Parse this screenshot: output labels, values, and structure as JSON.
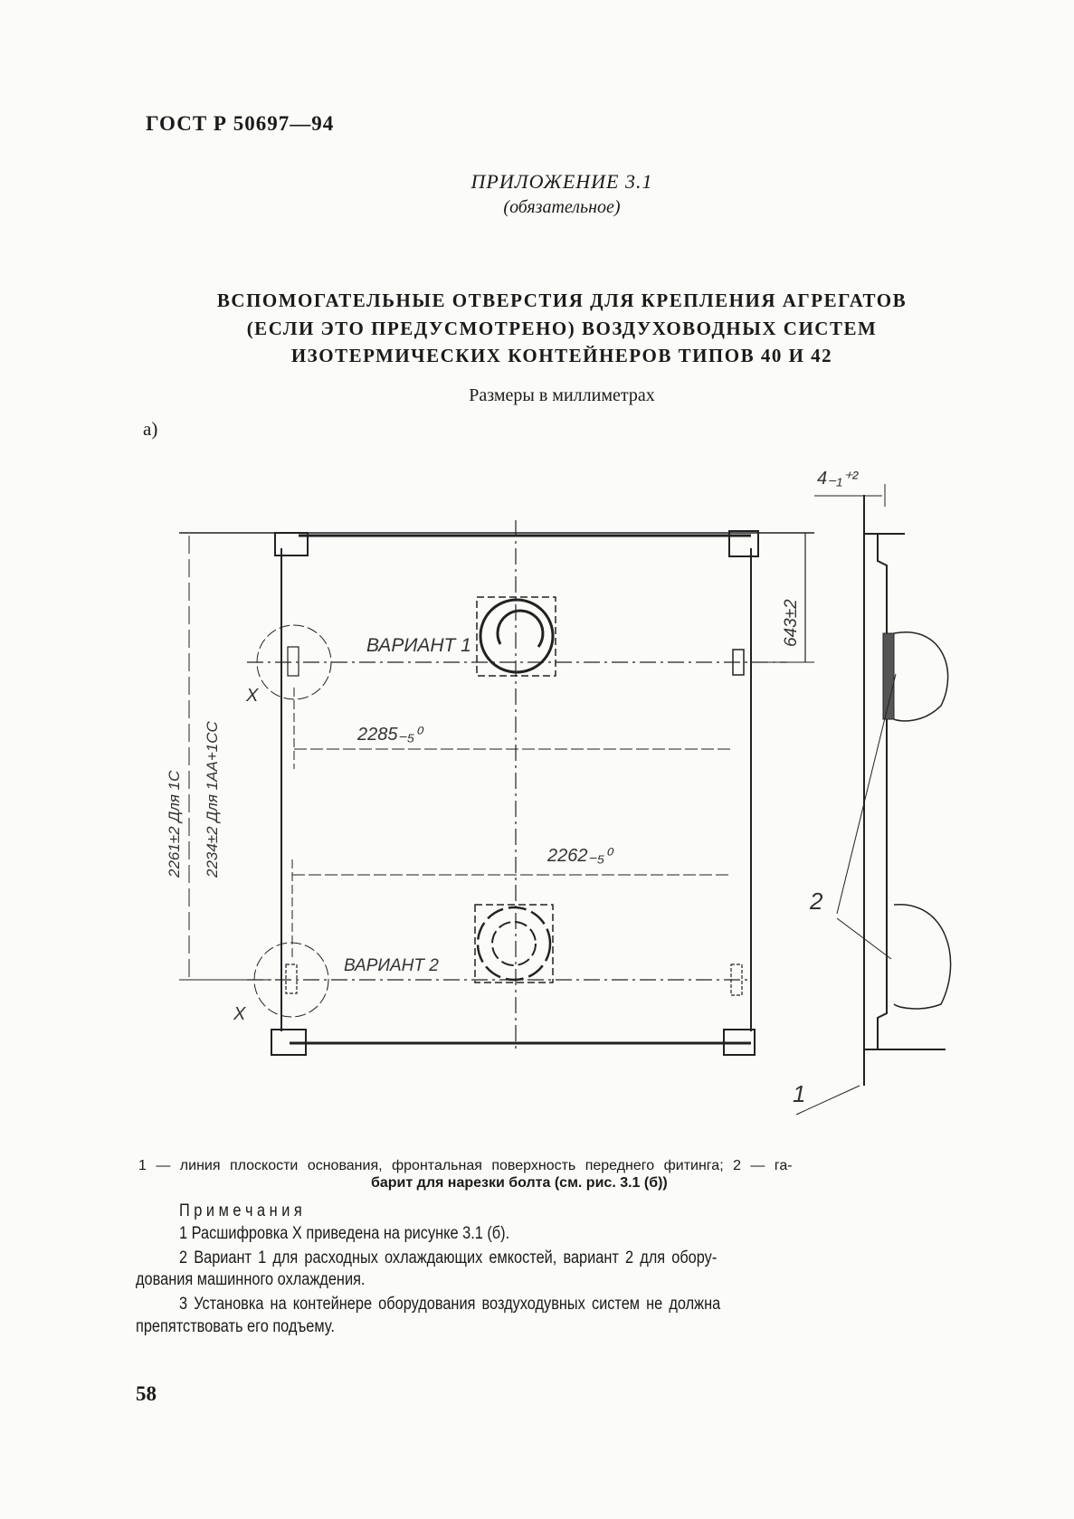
{
  "header": {
    "standard_code": "ГОСТ Р 50697—94"
  },
  "appendix": {
    "label": "ПРИЛОЖЕНИЕ 3.1",
    "status": "(обязательное)"
  },
  "title_lines": [
    "ВСПОМОГАТЕЛЬНЫЕ ОТВЕРСТИЯ ДЛЯ КРЕПЛЕНИЯ АГРЕГАТОВ",
    "(ЕСЛИ ЭТО ПРЕДУСМОТРЕНО) ВОЗДУХОВОДНЫХ СИСТЕМ",
    "ИЗОТЕРМИЧЕСКИХ КОНТЕЙНЕРОВ ТИПОВ 40 И 42"
  ],
  "dimensions_note": "Размеры в миллиметрах",
  "figure": {
    "sublabel": "а)",
    "labels": {
      "variant1": "ВАРИАНТ 1",
      "variant2": "ВАРИАНТ 2",
      "x_top": "X",
      "x_bottom": "X",
      "dim_2285": "2285₋₅⁰",
      "dim_2262": "2262₋₅⁰",
      "dim_643": "643±2",
      "dim_4": "4₋₁⁺²",
      "dim_vert_1": "2261±2 Для 1С",
      "dim_vert_2": "2234±2 Для 1АА+1СС",
      "callout_1": "1",
      "callout_2": "2"
    }
  },
  "caption": [
    "1 — линия плоскости основания, фронтальная поверхность переднего фитинга; 2 — га-",
    "барит для нарезки болта (см. рис. 3.1 (б))"
  ],
  "notes": {
    "heading": "П р и м е ч а н и я",
    "lines": [
      "1 Расшифровка X приведена на рисунке 3.1 (б).",
      "2 Вариант 1 для расходных охлаждающих емкостей, вариант 2 для обору-",
      "дования машинного охлаждения.",
      "3 Установка на контейнере оборудования воздуходувных систем не должна",
      "препятствовать его подъему."
    ]
  },
  "page_number": "58"
}
